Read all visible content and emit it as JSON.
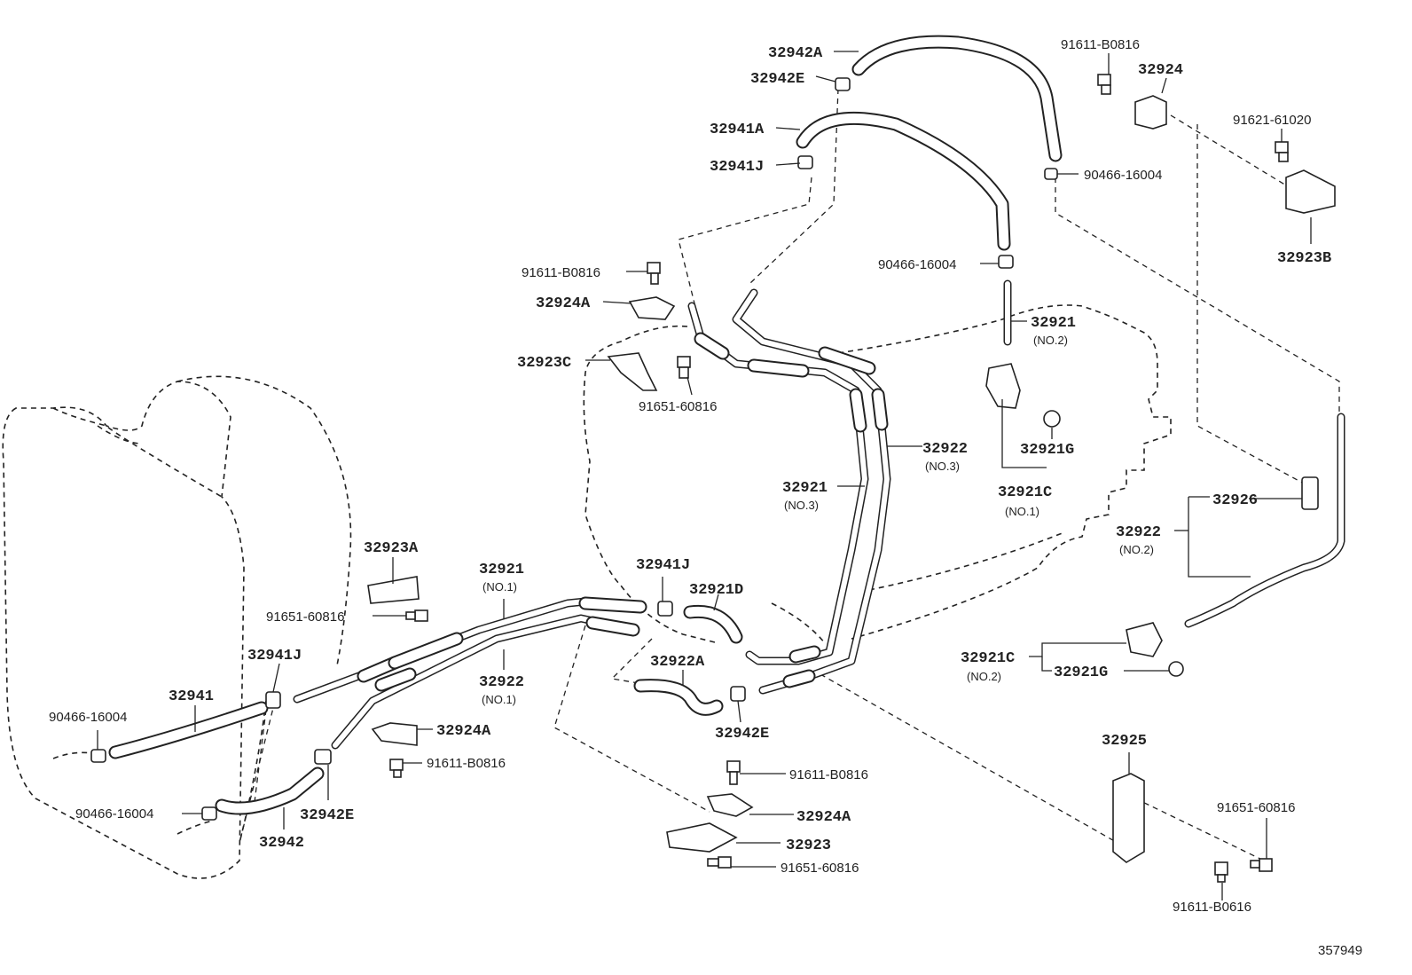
{
  "diagram_id": "357949",
  "callouts": [
    {
      "id": "c1",
      "text": "32942A"
    },
    {
      "id": "c2",
      "text": "32942E"
    },
    {
      "id": "c3",
      "text": "32941A"
    },
    {
      "id": "c4",
      "text": "32941J"
    },
    {
      "id": "c5",
      "text": "91611-B0816"
    },
    {
      "id": "c6",
      "text": "32924"
    },
    {
      "id": "c7",
      "text": "91621-61020"
    },
    {
      "id": "c8",
      "text": "90466-16004"
    },
    {
      "id": "c9",
      "text": "32923B"
    },
    {
      "id": "c10",
      "text": "90466-16004"
    },
    {
      "id": "c11",
      "text": "32921"
    },
    {
      "id": "c12",
      "text": "(NO.2)"
    },
    {
      "id": "c13",
      "text": "91611-B0816"
    },
    {
      "id": "c14",
      "text": "32924A"
    },
    {
      "id": "c15",
      "text": "32923C"
    },
    {
      "id": "c16",
      "text": "91651-60816"
    },
    {
      "id": "c17",
      "text": "32921G"
    },
    {
      "id": "c18",
      "text": "32922"
    },
    {
      "id": "c19",
      "text": "(NO.3)"
    },
    {
      "id": "c20",
      "text": "32921"
    },
    {
      "id": "c21",
      "text": "(NO.3)"
    },
    {
      "id": "c22",
      "text": "32921C"
    },
    {
      "id": "c23",
      "text": "(NO.1)"
    },
    {
      "id": "c24",
      "text": "32926"
    },
    {
      "id": "c25",
      "text": "32922"
    },
    {
      "id": "c26",
      "text": "(NO.2)"
    },
    {
      "id": "c27",
      "text": "32923A"
    },
    {
      "id": "c28",
      "text": "32921"
    },
    {
      "id": "c29",
      "text": "(NO.1)"
    },
    {
      "id": "c30",
      "text": "32941J"
    },
    {
      "id": "c31",
      "text": "32921D"
    },
    {
      "id": "c32",
      "text": "91651-60816"
    },
    {
      "id": "c33",
      "text": "32941J"
    },
    {
      "id": "c34",
      "text": "32941"
    },
    {
      "id": "c35",
      "text": "32922"
    },
    {
      "id": "c36",
      "text": "(NO.1)"
    },
    {
      "id": "c37",
      "text": "32922A"
    },
    {
      "id": "c38",
      "text": "32921C"
    },
    {
      "id": "c39",
      "text": "(NO.2)"
    },
    {
      "id": "c40",
      "text": "32921G"
    },
    {
      "id": "c41",
      "text": "90466-16004"
    },
    {
      "id": "c42",
      "text": "32924A"
    },
    {
      "id": "c43",
      "text": "32942E"
    },
    {
      "id": "c44",
      "text": "91611-B0816"
    },
    {
      "id": "c45",
      "text": "32925"
    },
    {
      "id": "c46",
      "text": "91611-B0816"
    },
    {
      "id": "c47",
      "text": "90466-16004"
    },
    {
      "id": "c48",
      "text": "32942E"
    },
    {
      "id": "c49",
      "text": "32924A"
    },
    {
      "id": "c50",
      "text": "91651-60816"
    },
    {
      "id": "c51",
      "text": "32942"
    },
    {
      "id": "c52",
      "text": "32923"
    },
    {
      "id": "c53",
      "text": "91651-60816"
    },
    {
      "id": "c54",
      "text": "91611-B0616"
    }
  ]
}
